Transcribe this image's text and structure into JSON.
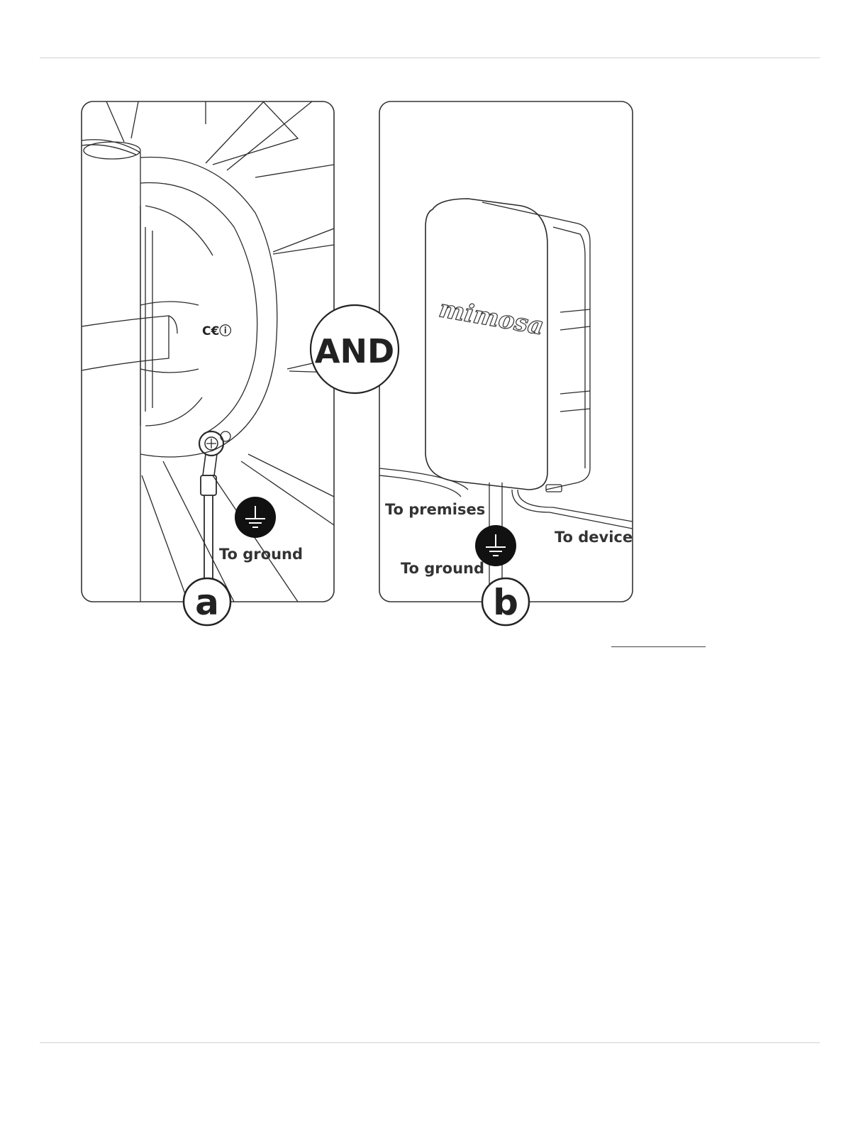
{
  "figure": {
    "connector": "AND",
    "panel_a": {
      "marker": "a",
      "label_ground": "To ground",
      "ground_icon": "ground-symbol-icon",
      "product_marks": "C€ⓘ"
    },
    "panel_b": {
      "marker": "b",
      "label_premises": "To premises",
      "label_ground": "To ground",
      "label_device": "To device",
      "ground_icon": "ground-symbol-icon",
      "brand": "mimosa"
    }
  },
  "colors": {
    "line": "#2a2a2a",
    "badge": "#111111",
    "rule": "#d2d2d2"
  }
}
